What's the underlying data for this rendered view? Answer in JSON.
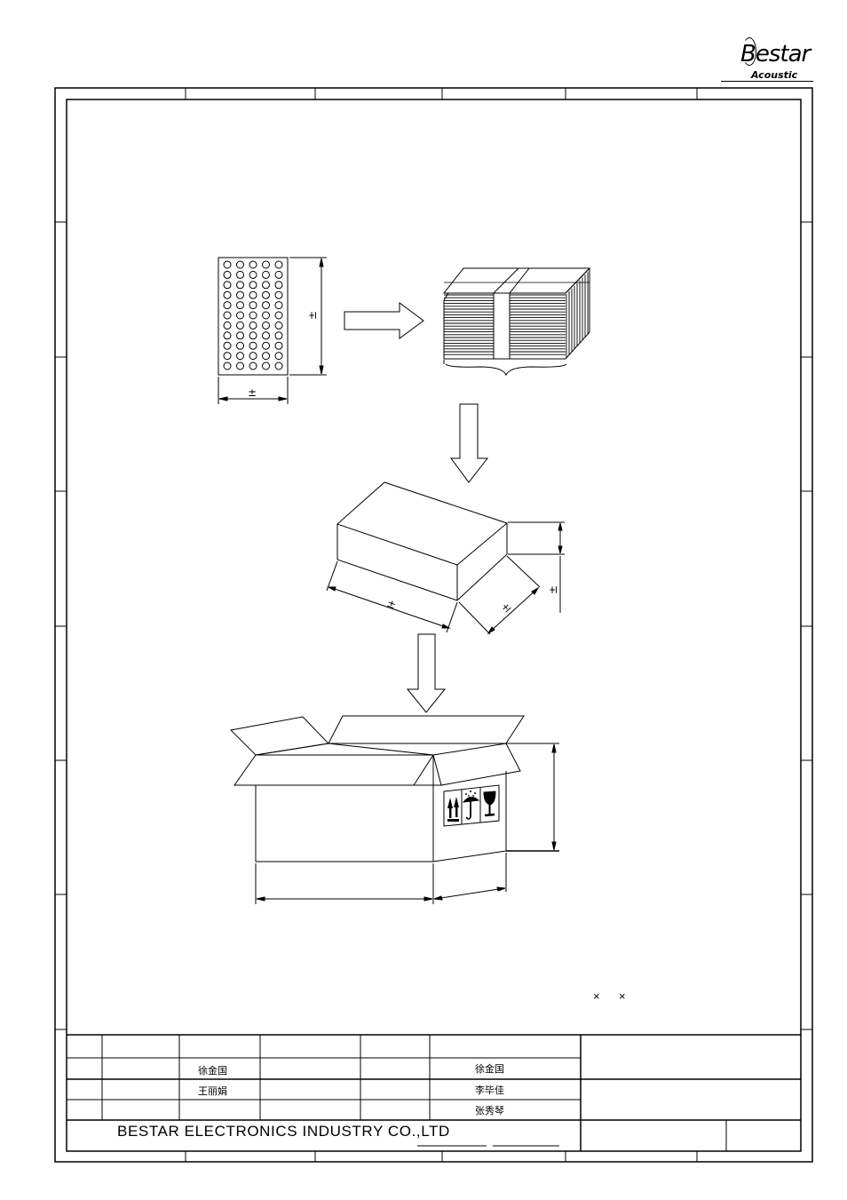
{
  "logo": {
    "brand_text": "Bestar",
    "sub_text": "Acoustic"
  },
  "dimension_marks": {
    "tray_height_tol": "±",
    "tray_width_tol": "±",
    "box_length_tol": "±",
    "box_depth_tol": "±",
    "box_height_tol": "±"
  },
  "carton_note": {
    "times_1": "×",
    "times_2": "×"
  },
  "title_block": {
    "names": {
      "drawn_by": "徐金国",
      "checked_by": "王丽娟",
      "designed_by": "徐金国",
      "reviewed_by": "李毕佳",
      "approved_by": "张秀琴"
    },
    "company": "BESTAR  ELECTRONICS  INDUSTRY  CO.,LTD"
  },
  "icons": [
    "this-side-up-icon",
    "keep-dry-umbrella-icon",
    "fragile-glass-icon"
  ]
}
